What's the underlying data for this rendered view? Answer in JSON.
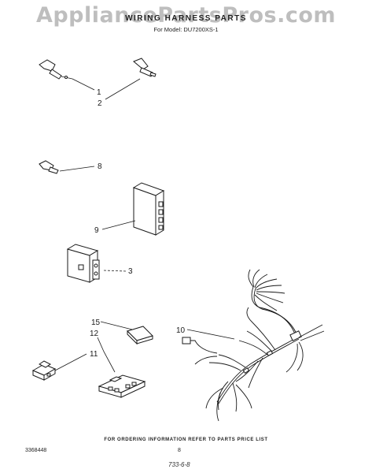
{
  "watermark": "AppliancePartsPros.com",
  "title": "WIRING HARNESS PARTS",
  "subtitle": "For Model: DU7200XS-1",
  "callouts": {
    "c1": "1",
    "c2": "2",
    "c8": "8",
    "c9": "9",
    "c3": "3",
    "c15": "15",
    "c12": "12",
    "c11": "11",
    "c10": "10"
  },
  "footer_note": "FOR ORDERING INFORMATION REFER TO PARTS PRICE LIST",
  "document_number": "3368448",
  "page_number": "8",
  "handwritten_code": "733-6-8"
}
